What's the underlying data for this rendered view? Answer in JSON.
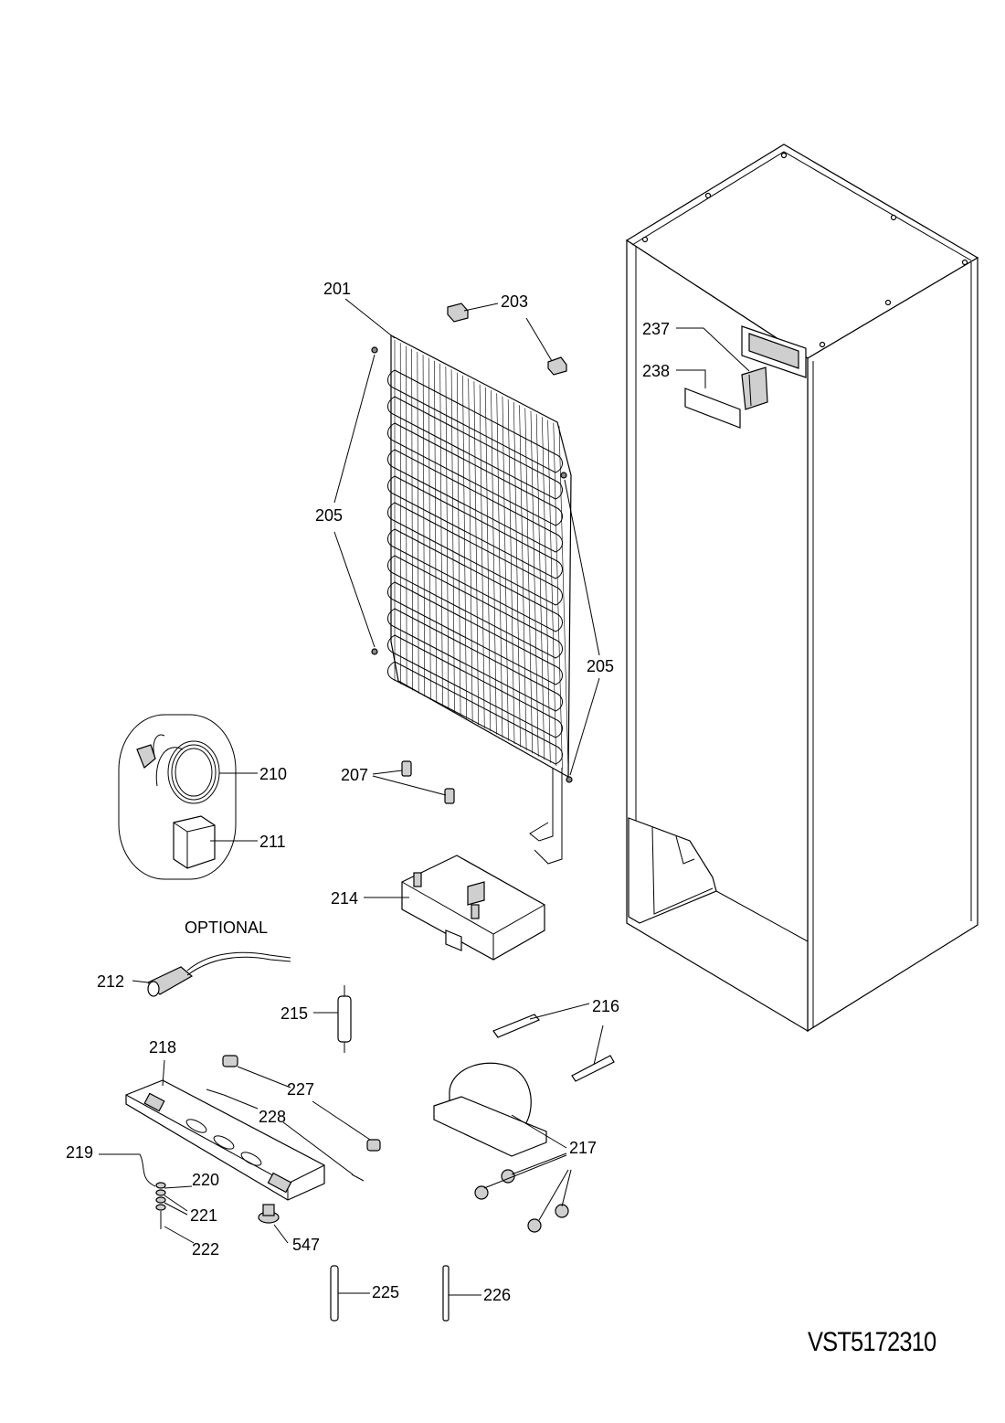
{
  "drawing_code": "VST5172310",
  "optional_label": "OPTIONAL",
  "part_numbers": {
    "p201": "201",
    "p203": "203",
    "p205a": "205",
    "p205b": "205",
    "p207": "207",
    "p210": "210",
    "p211": "211",
    "p212": "212",
    "p214": "214",
    "p215": "215",
    "p216": "216",
    "p217": "217",
    "p218": "218",
    "p219": "219",
    "p220": "220",
    "p221": "221",
    "p222": "222",
    "p225": "225",
    "p226": "226",
    "p227": "227",
    "p228": "228",
    "p237": "237",
    "p238": "238",
    "p547": "547"
  }
}
